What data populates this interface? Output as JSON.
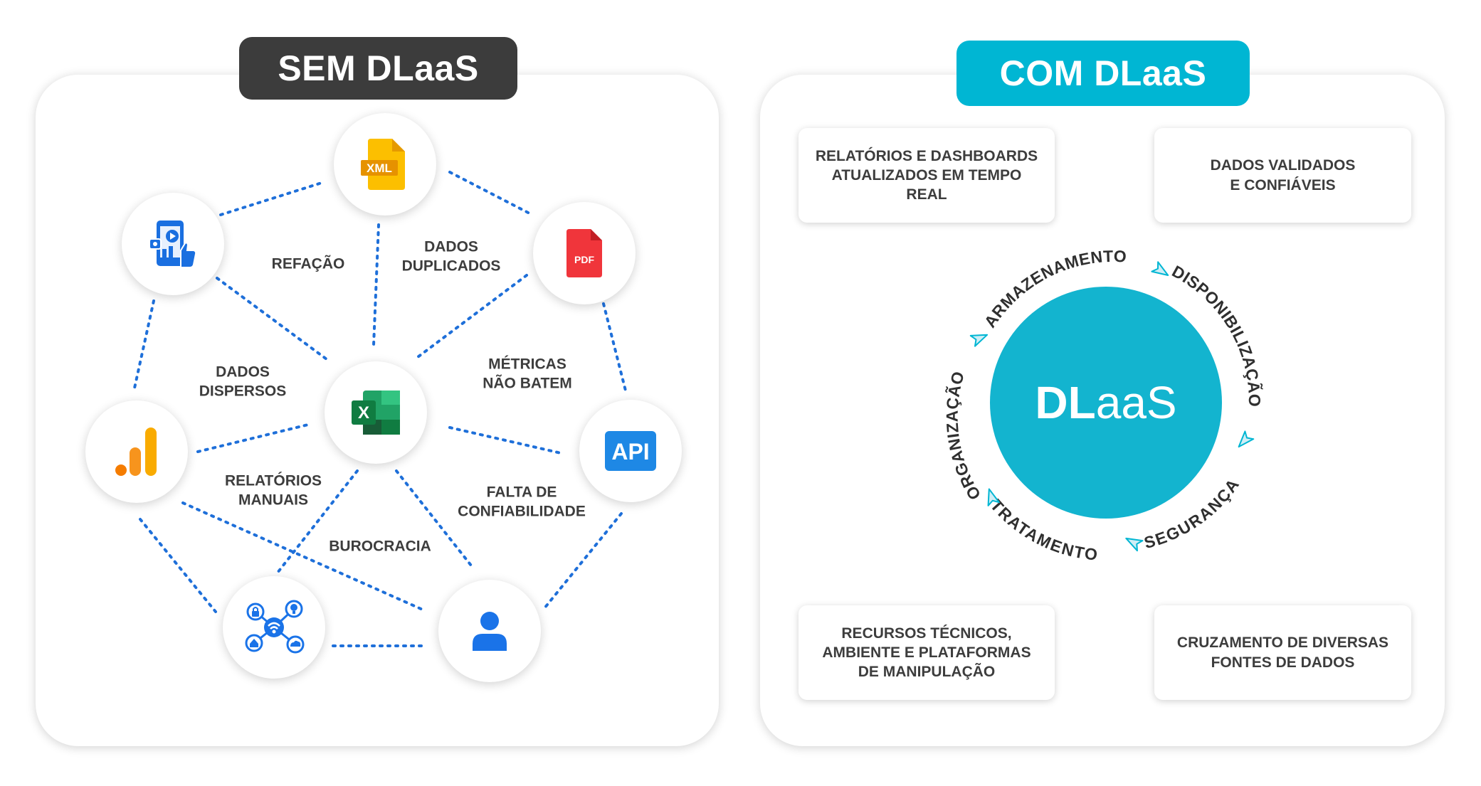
{
  "left_panel": {
    "title": "SEM DLaaS",
    "nodes": [
      {
        "name": "xml-file-icon",
        "caption": "XML"
      },
      {
        "name": "pdf-file-icon",
        "caption": "PDF"
      },
      {
        "name": "mobile-app-icon"
      },
      {
        "name": "excel-icon",
        "caption": "X"
      },
      {
        "name": "analytics-icon"
      },
      {
        "name": "api-icon",
        "caption": "API"
      },
      {
        "name": "iot-network-icon"
      },
      {
        "name": "user-icon"
      }
    ],
    "labels": {
      "refacao": "REFAÇÃO",
      "dados_duplicados": "DADOS\nDUPLICADOS",
      "dados_dispersos": "DADOS\nDISPERSOS",
      "metricas": "MÉTRICAS\nNÃO BATEM",
      "relatorios_manuais": "RELATÓRIOS\nMANUAIS",
      "falta_confiabilidade": "FALTA DE\nCONFIABILIDADE",
      "burocracia": "BUROCRACIA"
    },
    "colors": {
      "connector": "#1e6fd9",
      "xml": "#f7a800",
      "pdf": "#f0353b",
      "excel": "#1f7145",
      "analytics": "#f7941d",
      "api": "#1e88e5",
      "user": "#1a73e8"
    }
  },
  "right_panel": {
    "title": "COM DLaaS",
    "cards": [
      "RELATÓRIOS E DASHBOARDS\nATUALIZADOS EM TEMPO\nREAL",
      "DADOS VALIDADOS\nE CONFIÁVEIS",
      "RECURSOS TÉCNICOS,\nAMBIENTE E PLATAFORMAS\nDE MANIPULAÇÃO",
      "CRUZAMENTO DE DIVERSAS\nFONTES DE DADOS"
    ],
    "center": {
      "bold": "DL",
      "light": "aaS"
    },
    "cycle": [
      "ARMAZENAMENTO",
      "DISPONIBILIZAÇÃO",
      "SEGURANÇA",
      "TRATAMENTO",
      "ORGANIZAÇÃO"
    ],
    "colors": {
      "accent": "#00b6d3",
      "circle": "#13b4cf"
    }
  }
}
